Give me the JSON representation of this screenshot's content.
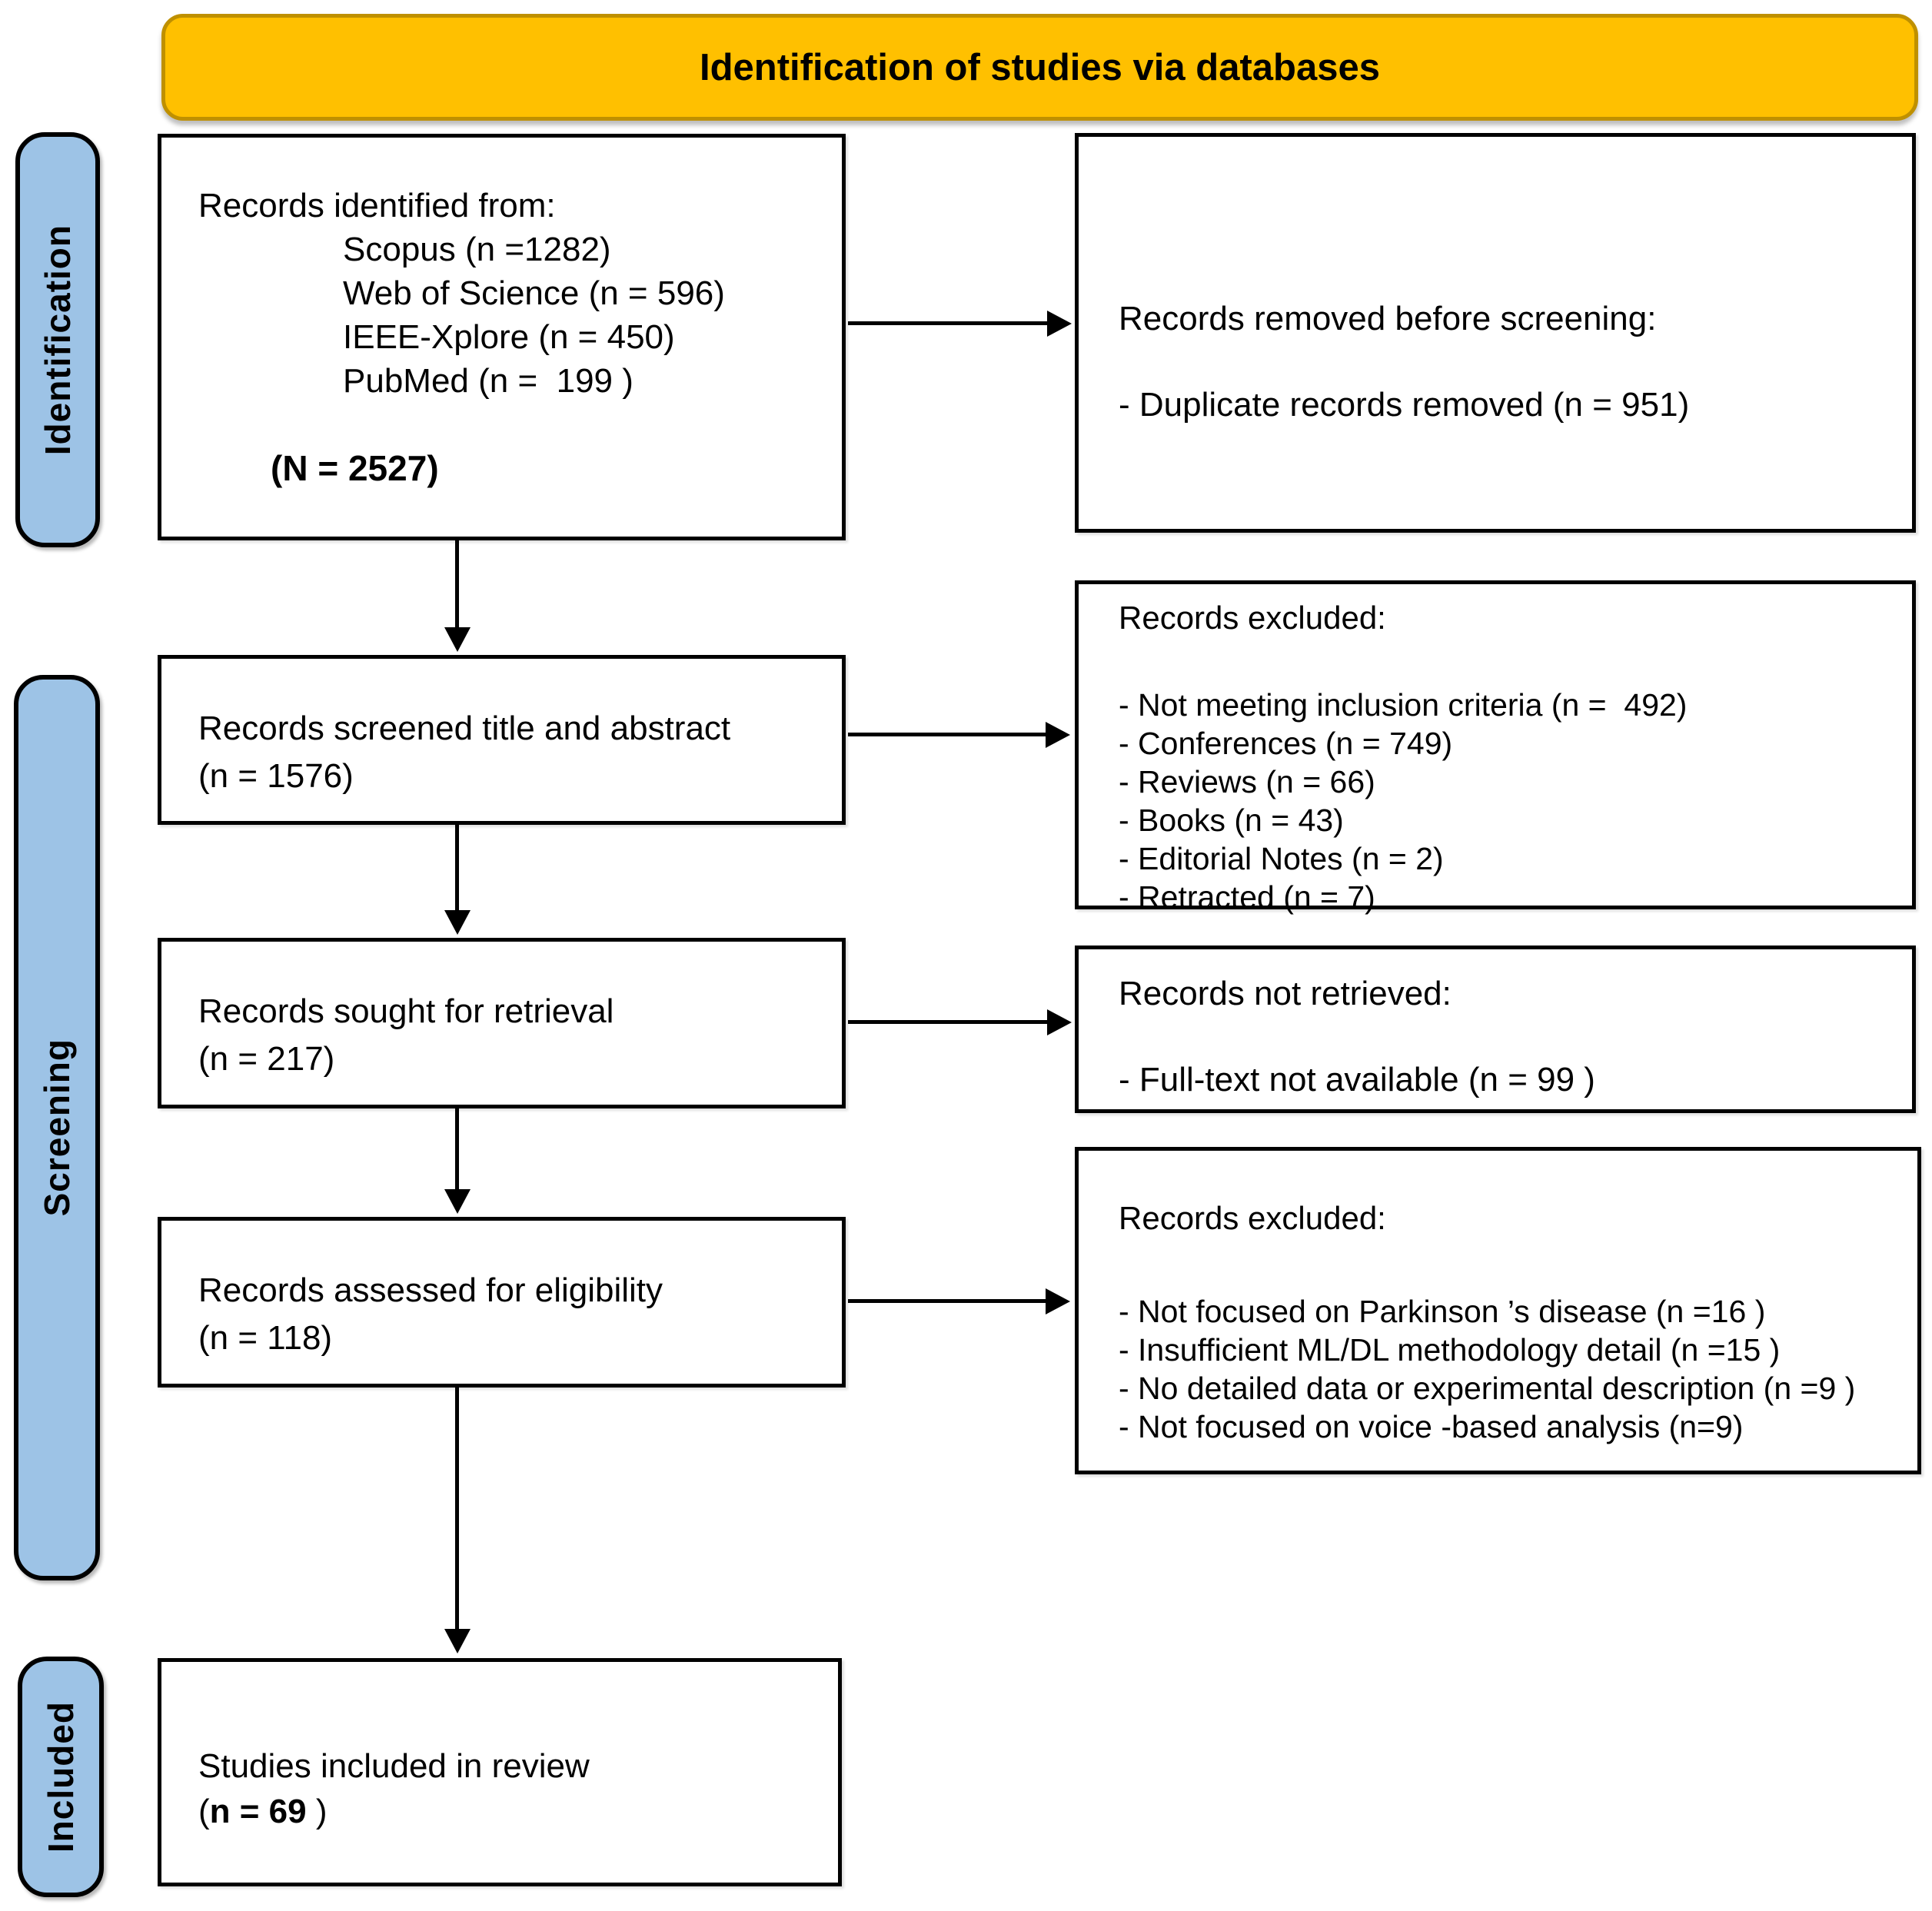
{
  "title": "Identification of studies via databases",
  "colors": {
    "title_fill": "#FFC000",
    "title_border": "#BF9000",
    "stage_fill": "#9DC3E6",
    "stage_border": "#000000",
    "box_fill": "#FFFFFF",
    "box_border": "#000000",
    "arrow": "#000000",
    "text": "#000000"
  },
  "stages": {
    "identification": "Identification",
    "screening": "Screening",
    "included": "Included"
  },
  "left_boxes": {
    "identified": {
      "heading": "Records identified from:",
      "sources": [
        "Scopus (n =1282)",
        "Web of Science (n = 596)",
        "IEEE-Xplore (n = 450)",
        "PubMed (n =  199 )"
      ],
      "total_open": "(",
      "total": "N = 2527",
      "total_close": ")"
    },
    "screened": {
      "line1": "Records screened title and abstract",
      "line2": "(n = 1576)"
    },
    "sought": {
      "line1": "Records sought for retrieval",
      "line2": "(n = 217)"
    },
    "assessed": {
      "line1": "Records assessed for eligibility",
      "line2": "(n = 118)"
    },
    "included": {
      "line1": "Studies included in review",
      "count_open": "(",
      "count": "n = 69",
      "count_close": " )"
    }
  },
  "right_boxes": {
    "removed_before_screening": {
      "heading": "Records removed before screening:",
      "items": [
        "- Duplicate records removed (n = 951)"
      ]
    },
    "excluded_screening": {
      "heading": "Records excluded:",
      "items": [
        "- Not meeting inclusion criteria (n =  492)",
        "- Conferences (n = 749)",
        "- Reviews (n = 66)",
        "- Books (n = 43)",
        "- Editorial Notes (n = 2)",
        "- Retracted (n = 7)"
      ]
    },
    "not_retrieved": {
      "heading": "Records not retrieved:",
      "items": [
        "- Full-text not available (n = 99 )"
      ]
    },
    "excluded_eligibility": {
      "heading": "Records excluded:",
      "items": [
        "- Not focused on Parkinson ’s disease (n =16 )",
        "- Insufficient ML/DL methodology detail (n =15 )",
        "- No detailed data or experimental description (n =9 )",
        "- Not focused on voice -based analysis (n=9)"
      ]
    }
  }
}
